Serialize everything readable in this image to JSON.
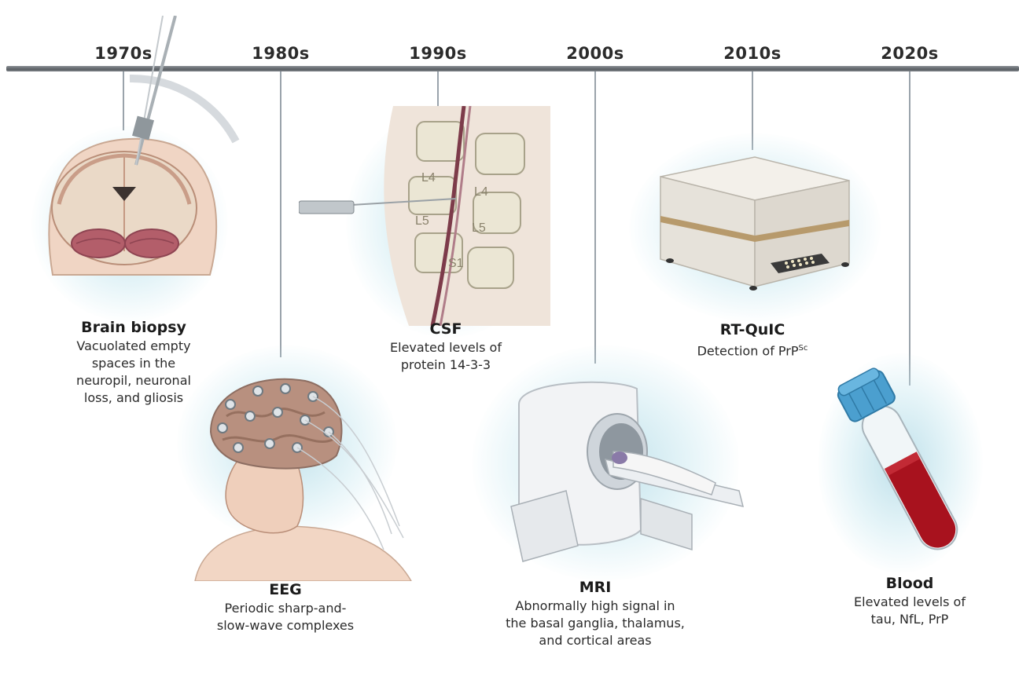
{
  "decades": [
    "1970s",
    "1980s",
    "1990s",
    "2000s",
    "2010s",
    "2020s"
  ],
  "methods": {
    "biopsy": {
      "title": "Brain biopsy",
      "text": "Vacuolated empty\nspaces in the\nneuropil, neuronal\nloss, and gliosis"
    },
    "eeg": {
      "title": "EEG",
      "text": "Periodic sharp-and-\nslow-wave complexes"
    },
    "csf": {
      "title": "CSF",
      "text": "Elevated levels of\nprotein 14-3-3",
      "vertebrae": [
        "L4",
        "L4",
        "L5",
        "L5",
        "S1"
      ]
    },
    "mri": {
      "title": "MRI",
      "text": "Abnormally high signal in\nthe basal ganglia, thalamus,\nand cortical areas"
    },
    "rtquic": {
      "title": "RT-QuIC",
      "text_main": "Detection of PrP",
      "text_sup": "Sc"
    },
    "blood": {
      "title": "Blood",
      "text": "Elevated levels of\ntau, NfL, PrP"
    }
  }
}
